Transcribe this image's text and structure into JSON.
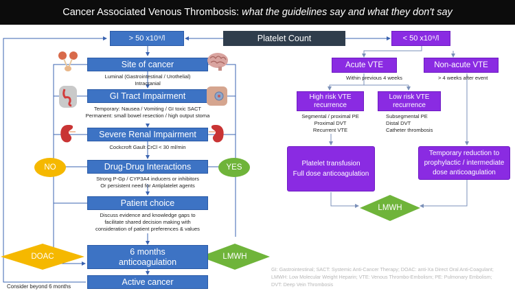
{
  "title": {
    "main": "Cancer Associated Venous Thrombosis:",
    "italic": "what the guidelines say and what they don't say"
  },
  "platelet_count": "Platelet Count",
  "above_threshold": "> 50 x10⁹/l",
  "below_threshold": "< 50 x10⁹/l",
  "left_flow": {
    "site": {
      "label": "Site of cancer",
      "note1": "Luminal (Gastrointestinal / Urothelial)",
      "note2": "Intracranial"
    },
    "gi": {
      "label": "GI Tract Impairment",
      "note1": "Temporary: Nausea / Vomiting / GI toxic SACT",
      "note2": "Permanent: small bowel resection / high output stoma"
    },
    "renal": {
      "label": "Severe Renal Impairment",
      "note1": "Cockcroft Gault CrCl < 30 ml/min"
    },
    "ddi": {
      "label": "Drug-Drug Interactions",
      "note1": "Strong P-Gp / CYP3A4 inducers or inhibitors",
      "note2": "Or persistent need for Antiplatelet agents"
    },
    "choice": {
      "label": "Patient choice",
      "note1": "Discuss evidence and knowledge gaps to",
      "note2": "facilitate shared decision making with",
      "note3": "consideration of patient preferences & values"
    },
    "no": "NO",
    "yes": "YES",
    "doac": "DOAC",
    "lmwh": "LMWH",
    "six_months_1": "6 months",
    "six_months_2": "anticoagulation",
    "consider": "Consider beyond 6 months",
    "active": "Active cancer"
  },
  "right_flow": {
    "acute": "Acute VTE",
    "nonacute": "Non-acute VTE",
    "within": "Within previous 4 weeks",
    "after": "> 4 weeks after event",
    "high_1": "High risk VTE",
    "high_2": "recurrence",
    "low_1": "Low risk VTE",
    "low_2": "recurrence",
    "high_notes": [
      "Segmental / proximal PE",
      "Proximal DVT",
      "Recurrent VTE"
    ],
    "low_notes": [
      "Subsegmental PE",
      "Distal DVT",
      "Catheter thrombosis"
    ],
    "transfusion_1": "Platelet transfusion",
    "transfusion_2": "Full dose anticoagulation",
    "reduction_1": "Temporary reduction to",
    "reduction_2": "prophylactic / intermediate",
    "reduction_3": "dose anticoagulation",
    "lmwh": "LMWH"
  },
  "footnote": [
    "GI: Gastrointestinal; SACT: Systemic Anti-Cancer Therapy; DOAC: anti-Xa Direct Oral Anti-Coagulant;",
    "LMWH: Low Molecular Weight Heparin; VTE: Venous Thrombo-Embolism; PE: Pulmonary Embolism;",
    "DVT: Deep Vein Thrombosis"
  ],
  "icons": [
    "kidney-urinary-icon",
    "brain-icon",
    "torso-gi-icon",
    "abdomen-stoma-icon",
    "kidney-icon",
    "kidney-icon"
  ],
  "colors": {
    "blue": "#3d73c4",
    "purple": "#8a2be2",
    "green": "#6fb43a",
    "yellow": "#f5b800",
    "dark": "#2f3d4c"
  }
}
